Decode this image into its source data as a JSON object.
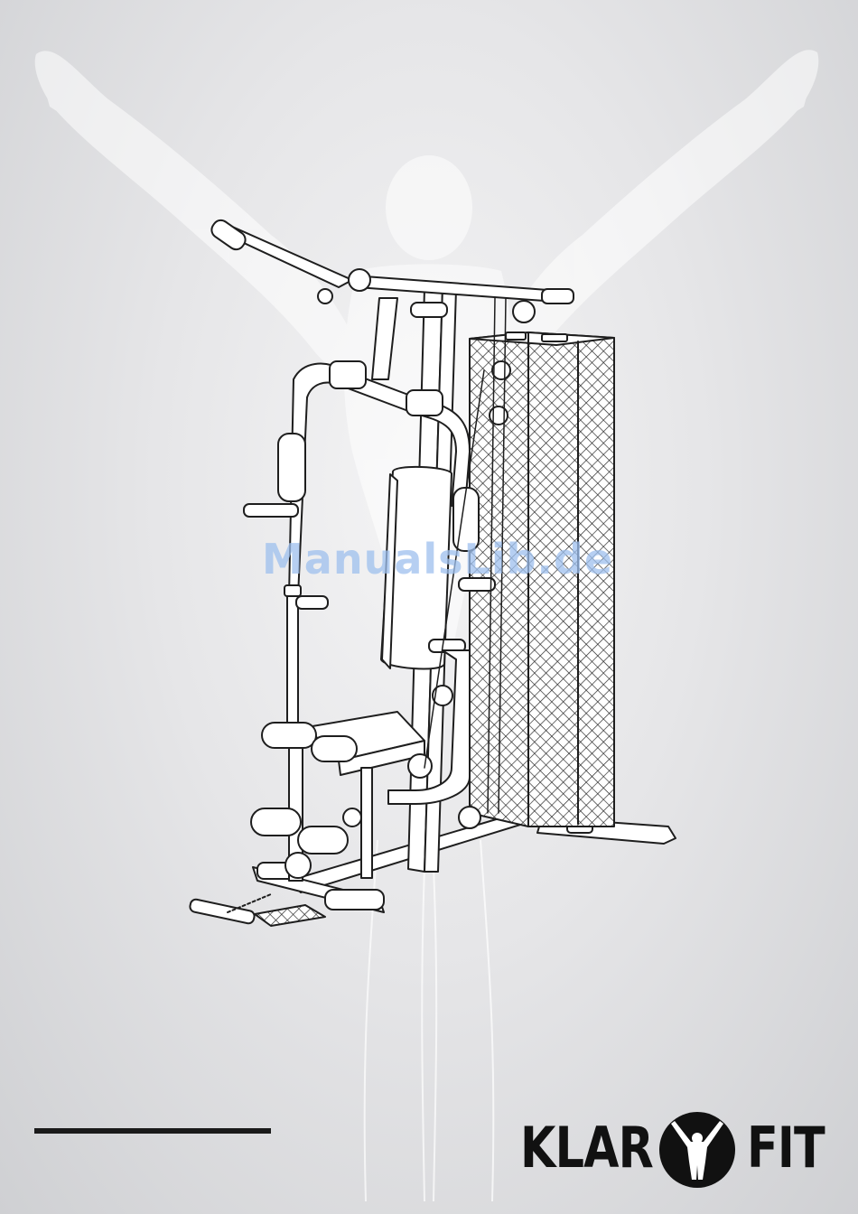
{
  "document": {
    "type": "product manual cover",
    "watermark": "ManualsLib.de",
    "product_image": "multi-station home gym",
    "background_figure": "athlete-silhouette-arms-raised"
  },
  "brand": {
    "left_word": "KLAR",
    "right_word": "FIT",
    "emblem": "athlete-arms-raised-icon"
  },
  "colors": {
    "brand": "#111111",
    "watermark": "#9ec0ee"
  }
}
